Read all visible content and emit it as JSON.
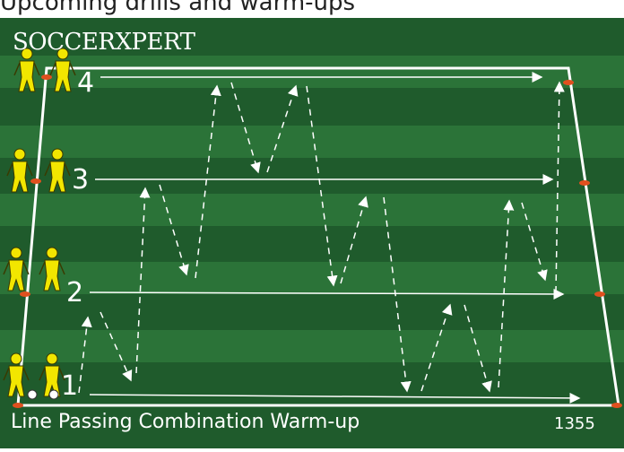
{
  "top_caption": "Upcoming drills and warm-ups",
  "logo": "SOCCERXPERT",
  "footer": {
    "title": "Line Passing Combination Warm-up",
    "code": "1355"
  },
  "lines": [
    {
      "number": "1"
    },
    {
      "number": "2"
    },
    {
      "number": "3"
    },
    {
      "number": "4"
    }
  ],
  "colors": {
    "pitch_dark": "#1f5b2c",
    "pitch_light": "#2b7338",
    "field_lines": "#ffffff",
    "player": "#f2e600",
    "cone": "#e0501f"
  }
}
